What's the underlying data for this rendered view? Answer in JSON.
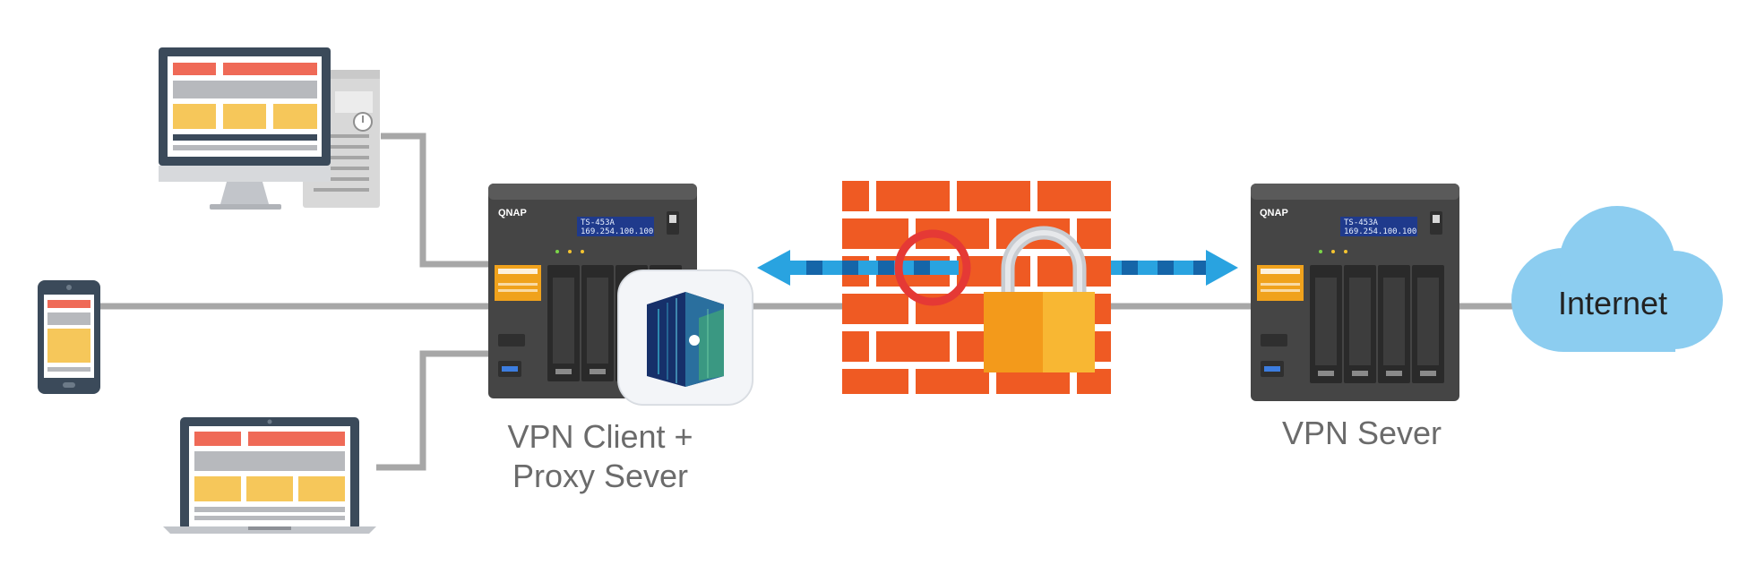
{
  "diagram": {
    "client_nas": {
      "brand": "QNAP",
      "lcd_model": "TS-453A",
      "lcd_ip": "169.254.100.100",
      "caption_line1": "VPN Client +",
      "caption_line2": "Proxy Sever"
    },
    "server_nas": {
      "brand": "QNAP",
      "lcd_model": "TS-453A",
      "lcd_ip": "169.254.100.100",
      "caption": "VPN Sever"
    },
    "cloud": {
      "label": "Internet"
    },
    "colors": {
      "cable": "#a7a7a7",
      "arrow": "#29a3e0",
      "arrow_dash": "#1565a8",
      "brick": "#ef5a23",
      "lock": "#f7a21b",
      "cloud": "#8ccdf0",
      "nas_body": "#4a4a4a"
    },
    "icons": [
      "desktop-computer-icon",
      "tower-pc-icon",
      "smartphone-icon",
      "laptop-icon",
      "nas-icon",
      "vpn-app-icon",
      "firewall-icon",
      "padlock-icon",
      "cloud-icon"
    ]
  }
}
